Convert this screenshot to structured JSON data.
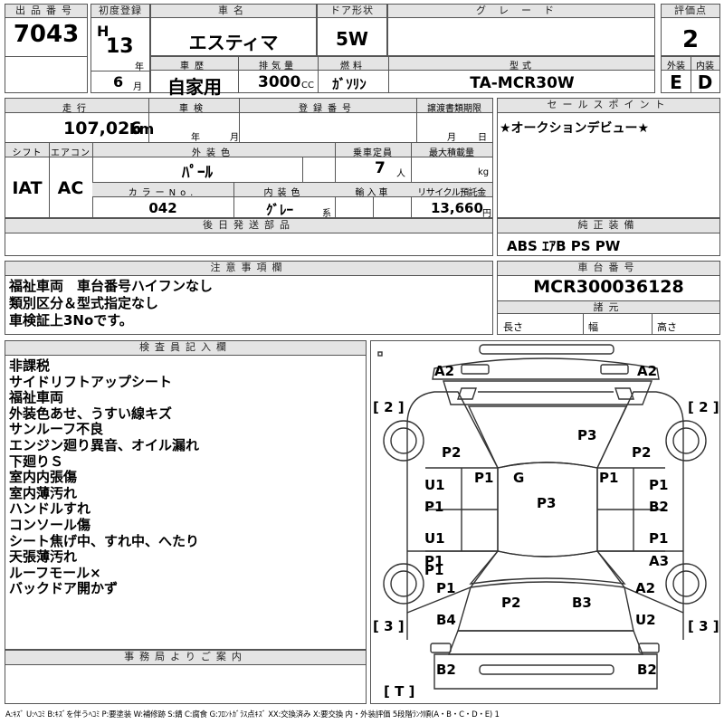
{
  "header": {
    "lot_label": "出品番号",
    "lot_no": "7043",
    "first_reg_label": "初度登録",
    "era": "H",
    "year": "13",
    "year_unit": "年",
    "month": "6",
    "month_unit": "月",
    "car_name_label": "車名",
    "car_name": "エスティマ",
    "door_label": "ドア形状",
    "door": "5W",
    "grade_label": "グレード",
    "grade": "",
    "score_label": "評価点",
    "score": "2",
    "history_label": "車歴",
    "history": "自家用",
    "displacement_label": "排気量",
    "displacement": "3000",
    "cc": "CC",
    "fuel_label": "燃料",
    "fuel": "ｶﾞｿﾘﾝ",
    "model_label": "型式",
    "model": "TA-MCR30W",
    "ext_label": "外装",
    "ext_grade": "E",
    "int_label": "内装",
    "int_grade": "D"
  },
  "specs": {
    "mileage_label": "走行",
    "mileage": "107,026",
    "km": "km",
    "inspection_label": "車検",
    "year_unit": "年",
    "month_unit": "月",
    "regno_label": "登録番号",
    "deadline_label": "譲渡書類期限",
    "month_unit2": "月",
    "day_unit": "日",
    "shift_label": "シフト",
    "shift": "IAT",
    "ac_label": "エアコン",
    "ac": "AC",
    "color_label": "外装色",
    "color": "ﾊﾟｰﾙ",
    "capacity_label": "乗車定員",
    "capacity": "7",
    "person_unit": "人",
    "load_label": "最大積載量",
    "kg": "kg",
    "colorno_label": "カラーNo.",
    "colorno": "042",
    "interior_color_label": "内装色",
    "interior_color": "ｸﾞﾚｰ",
    "kei": "系",
    "import_label": "輸入車",
    "recycle_label": "リサイクル預託金",
    "recycle": "13,660",
    "yen": "円"
  },
  "later_parts_label": "後日発送部品",
  "sales_point_label": "セールスポイント",
  "sales_point": "★オークションデビュー★",
  "equipment_label": "純正装備",
  "equipment": "ABS ｴｱB PS PW",
  "notes_label": "注意事項欄",
  "notes": [
    "福祉車両　車台番号ハイフンなし",
    "類別区分＆型式指定なし",
    "車検証上3Noです。"
  ],
  "chassis_label": "車台番号",
  "chassis": "MCR300036128",
  "dims_label": "諸元",
  "length_label": "長さ",
  "width_label": "幅",
  "height_label": "高さ",
  "inspector_label": "検査員記入欄",
  "inspector_lines": [
    "非課税",
    "サイドリフトアップシート",
    "福祉車両",
    "外装色あせ、うすい線キズ",
    "サンルーフ不良",
    "エンジン廻り異音、オイル漏れ",
    "下廻りＳ",
    "室内内張傷",
    "室内薄汚れ",
    "ハンドルすれ",
    "コンソール傷",
    "シート焦げ中、すれ中、へたり",
    "天張薄汚れ",
    "ルーフモール×",
    "バックドア開かず"
  ],
  "office_label": "事務局よりご案内",
  "diagram": {
    "marks": [
      "A2",
      "A2",
      "P2",
      "P2",
      "P3",
      "P1",
      "G",
      "P1",
      "U1",
      "P1",
      "P1",
      "P1",
      "B2",
      "P3",
      "U1",
      "P1",
      "P1",
      "A3",
      "P1",
      "A2",
      "P2",
      "B3",
      "B4",
      "U2",
      "B2",
      "B2"
    ],
    "corner_labels": [
      "[ 2 ]",
      "[ 2 ]",
      "[ 3 ]",
      "[ 3 ]",
      "[ T ]"
    ]
  },
  "legend": "A:ｷｽﾞ U:ﾍｺﾐ B:ｷｽﾞを伴うﾍｺﾐ P:要塗装 W:補修跡 S:錆 C:腐食 G:ﾌﾛﾝﾄｶﾞﾗｽ点ｷｽﾞ XX:交換済み X:要交換 内・外装評価 5段階ﾗﾝｸ順(A・B・C・D・E) 1"
}
